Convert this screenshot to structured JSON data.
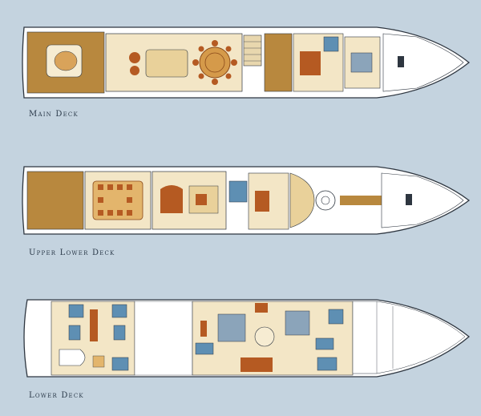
{
  "decks": [
    {
      "id": "main",
      "label": "Main Deck"
    },
    {
      "id": "upper-lower",
      "label": "Upper Lower Deck"
    },
    {
      "id": "lower",
      "label": "Lower Deck"
    }
  ],
  "colors": {
    "background": "#c4d3df",
    "hull": "#ffffff",
    "outline": "#2e3640",
    "teak": "#b8883e",
    "floor": "#f3e6c6",
    "furniture": "#b55a22",
    "bath": "#5e8fb3",
    "bed": "#8ba4ba"
  }
}
